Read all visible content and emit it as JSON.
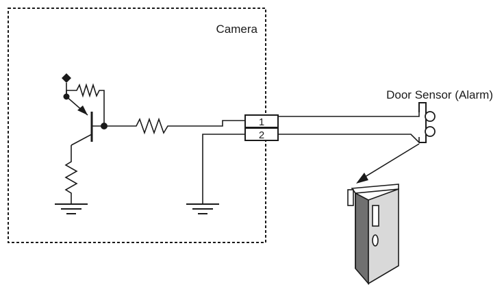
{
  "camera": {
    "label": "Camera"
  },
  "terminal_block": {
    "pins": [
      "1",
      "2"
    ]
  },
  "sensor": {
    "label": "Door Sensor (Alarm)"
  },
  "colors": {
    "line": "#1a1a1a",
    "door_face": "#d9d9d9",
    "door_side": "#707070",
    "door_top": "#ffffff"
  }
}
